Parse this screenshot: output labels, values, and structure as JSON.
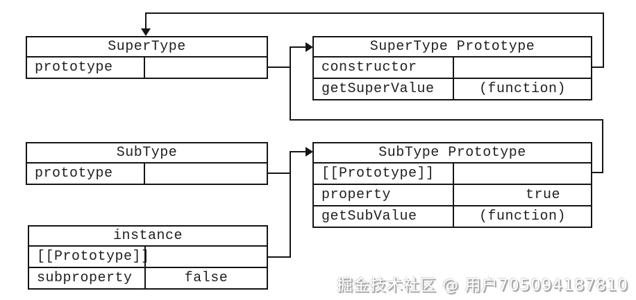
{
  "diagram": {
    "boxes": {
      "supertype": {
        "title": "SuperType",
        "rows": [
          {
            "key": "prototype",
            "value": ""
          }
        ]
      },
      "supertype_prototype": {
        "title": "SuperType Prototype",
        "rows": [
          {
            "key": "constructor",
            "value": ""
          },
          {
            "key": "getSuperValue",
            "value": "(function)"
          }
        ]
      },
      "subtype": {
        "title": "SubType",
        "rows": [
          {
            "key": "prototype",
            "value": ""
          }
        ]
      },
      "subtype_prototype": {
        "title": "SubType Prototype",
        "rows": [
          {
            "key": "[[Prototype]]",
            "value": ""
          },
          {
            "key": "property",
            "value": "true"
          },
          {
            "key": "getSubValue",
            "value": "(function)"
          }
        ]
      },
      "instance": {
        "title": "instance",
        "rows": [
          {
            "key": "[[Prototype]]",
            "value": ""
          },
          {
            "key": "subproperty",
            "value": "false"
          }
        ]
      }
    },
    "pointers": [
      {
        "from": "SuperType.prototype",
        "to": "SuperType Prototype"
      },
      {
        "from": "SuperType Prototype.constructor",
        "to": "SuperType"
      },
      {
        "from": "SubType.prototype",
        "to": "SubType Prototype"
      },
      {
        "from": "SubType Prototype.[[Prototype]]",
        "to": "SuperType Prototype"
      },
      {
        "from": "instance.[[Prototype]]",
        "to": "SubType Prototype"
      }
    ],
    "colors": {
      "line": "#141414",
      "background": "#ffffff",
      "text": "#1f1f1f",
      "watermark_shadow": "#a0a0a0"
    }
  },
  "watermark": {
    "text": "掘金技术社区 @ 用户705094187810"
  }
}
